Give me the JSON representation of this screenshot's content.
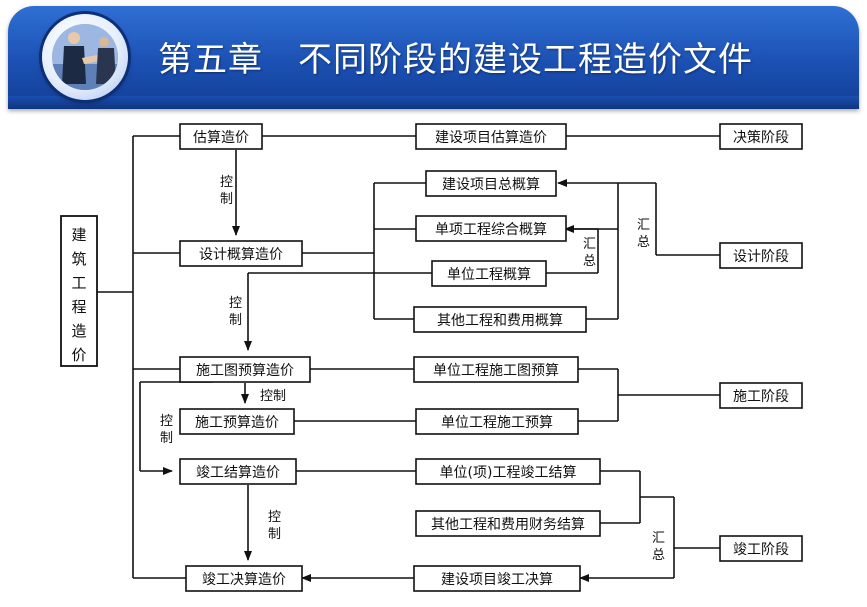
{
  "header": {
    "title": "第五章　不同阶段的建设工程造价文件"
  },
  "diagram": {
    "root": "建筑工程造价",
    "left_boxes": [
      "估算造价",
      "设计概算造价",
      "施工图预算造价",
      "施工预算造价",
      "竣工结算造价",
      "竣工决算造价"
    ],
    "middle_boxes": [
      "建设项目估算造价",
      "建设项目总概算",
      "单项工程综合概算",
      "单位工程概算",
      "其他工程和费用概算",
      "单位工程施工图预算",
      "单位工程施工预算",
      "单位(项)工程竣工结算",
      "其他工程和费用财务结算",
      "建设项目竣工决算"
    ],
    "stage_boxes": [
      "决策阶段",
      "设计阶段",
      "施工阶段",
      "竣工阶段"
    ],
    "relation_labels": {
      "control": "控制",
      "control_short": "控制",
      "summary": "汇总"
    }
  },
  "colors": {
    "banner": "#1a4eb0",
    "line": "#111111"
  }
}
